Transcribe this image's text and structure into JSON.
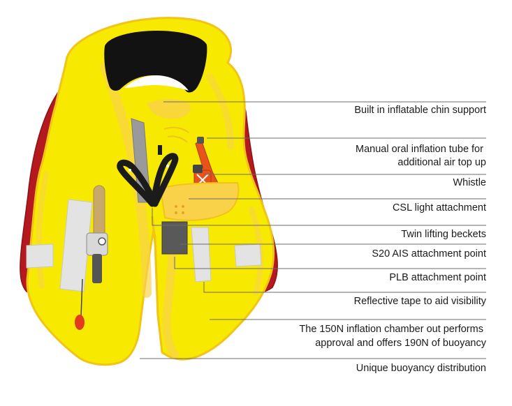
{
  "callouts": [
    {
      "id": "chin-support",
      "lines": [
        "Built in inflatable chin support"
      ]
    },
    {
      "id": "oral-tube",
      "lines": [
        "Manual oral inflation tube for",
        "additional air top up"
      ]
    },
    {
      "id": "whistle",
      "lines": [
        "Whistle"
      ]
    },
    {
      "id": "csl-light",
      "lines": [
        "CSL light attachment"
      ]
    },
    {
      "id": "lifting-beckets",
      "lines": [
        "Twin lifting beckets"
      ]
    },
    {
      "id": "s20-ais",
      "lines": [
        "S20 AIS attachment point"
      ]
    },
    {
      "id": "plb",
      "lines": [
        "PLB attachment point"
      ]
    },
    {
      "id": "reflective-tape",
      "lines": [
        "Reflective tape to aid visibility"
      ]
    },
    {
      "id": "inflation-chamber",
      "lines": [
        "The 150N inflation chamber out performs",
        "approval and offers 190N of buoyancy"
      ]
    },
    {
      "id": "buoyancy-distribution",
      "lines": [
        "Unique buoyancy distribution"
      ]
    }
  ],
  "colors": {
    "vest_yellow": "#f7ea00",
    "vest_shade": "#f9d24a",
    "outline": "#f0c419",
    "bladder_red": "#b3191f",
    "collar_black": "#121212",
    "tape_grey": "#e3e3e3",
    "strap_black": "#1b1b1b",
    "tube_orange": "#e8531c",
    "leader_line": "#6b6b6b"
  }
}
